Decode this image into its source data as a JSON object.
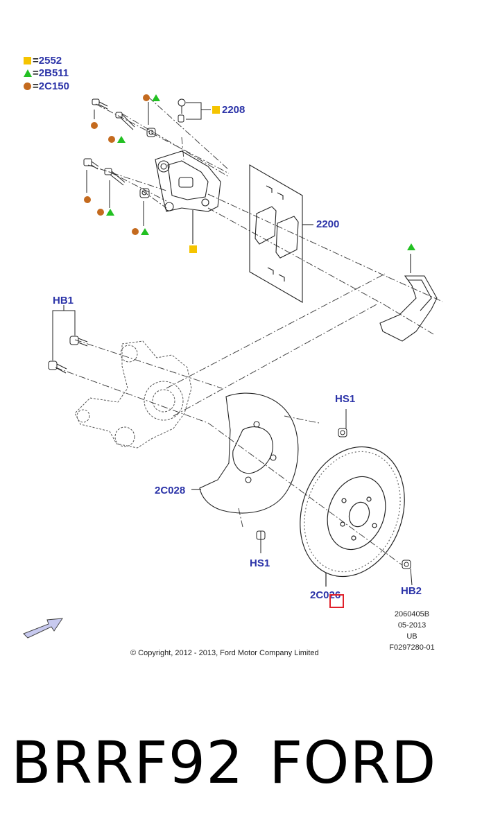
{
  "colors": {
    "callout": "#2b33a8",
    "square": "#f5c400",
    "triangle": "#22c022",
    "circle": "#c46a1e",
    "line": "#222222",
    "selection": "#e0202a"
  },
  "legend": [
    {
      "symbol": "square",
      "eq": "=",
      "code": "2552"
    },
    {
      "symbol": "triangle",
      "eq": "=",
      "code": "2B511"
    },
    {
      "symbol": "circle",
      "eq": "=",
      "code": "2C150"
    }
  ],
  "callouts": {
    "bleed_screw": "2208",
    "brake_pads": "2200",
    "hub_bolt": "HB1",
    "shield_screw_upper": "HS1",
    "splash_shield": "2C028",
    "shield_screw_lower": "HS1",
    "rotor_screw": "HB2",
    "brake_disc": "2C026"
  },
  "meta": {
    "drawing_number": "2060405B",
    "date": "05-2013",
    "region": "UB",
    "figure_id": "F0297280-01"
  },
  "copyright": "© Copyright, 2012 - 2013, Ford Motor Company Limited",
  "footer": {
    "part_number": "BRRF92",
    "brand": "FORD"
  }
}
